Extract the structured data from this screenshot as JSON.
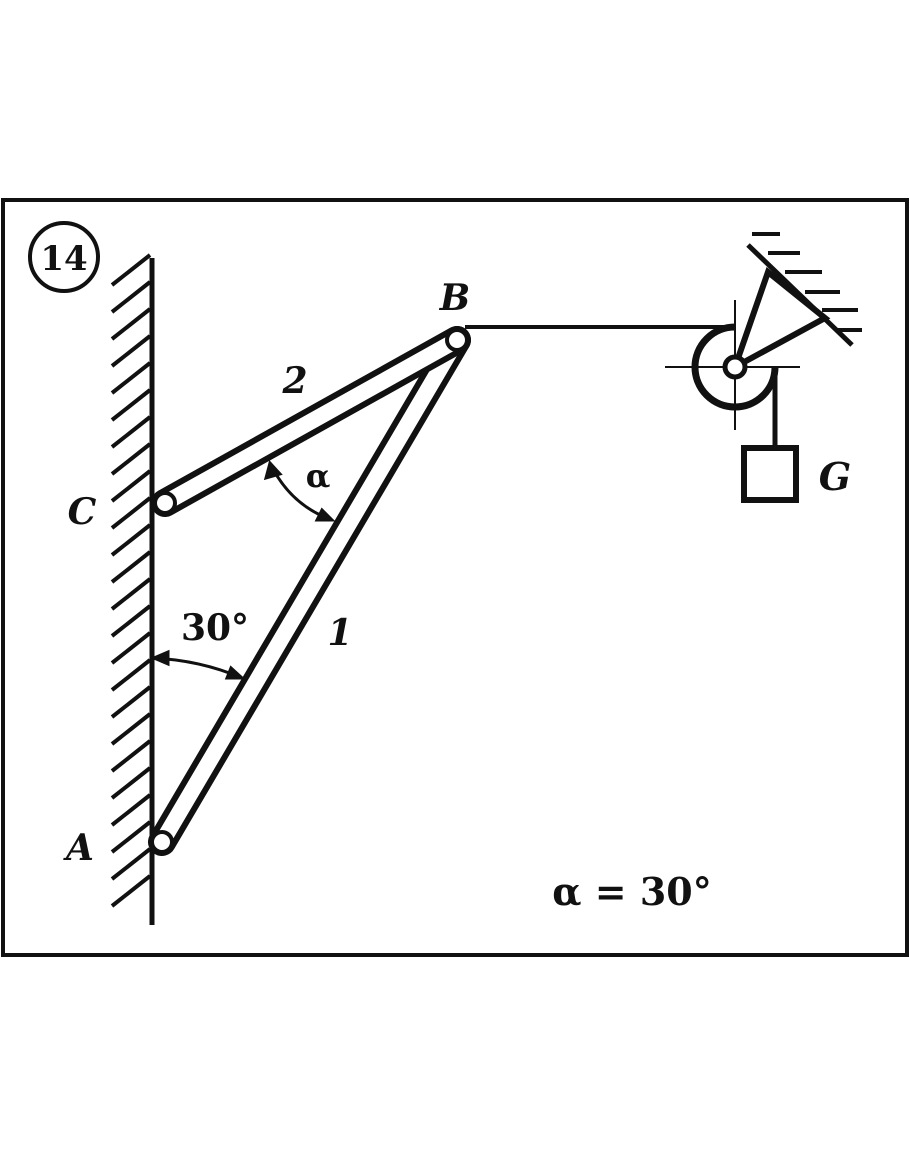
{
  "problem_number": "14",
  "points": {
    "A": "A",
    "B": "B",
    "C": "C"
  },
  "bars": {
    "bar1": "1",
    "bar2": "2"
  },
  "angle_alpha_label": "α",
  "angle_wall_label": "30°",
  "load_label": "G",
  "given": "α = 30°",
  "colors": {
    "ink": "#111111",
    "background": "#ffffff"
  }
}
